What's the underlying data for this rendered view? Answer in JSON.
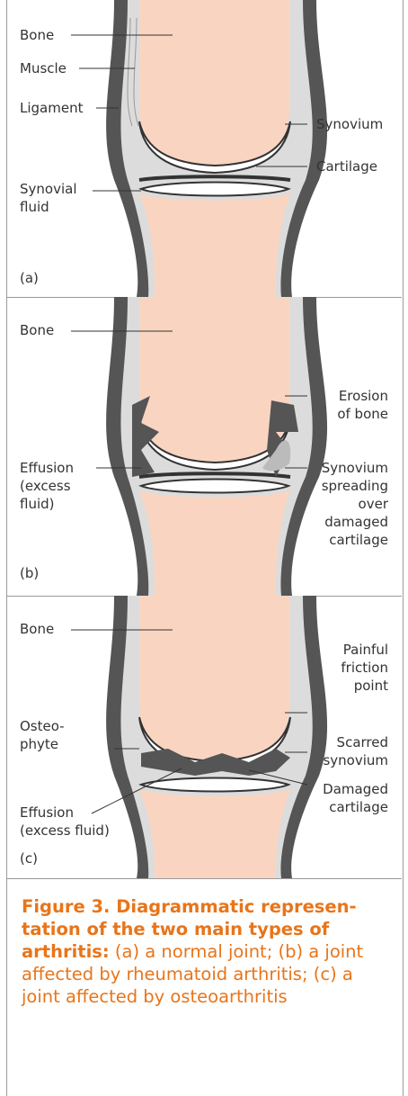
{
  "panels": [
    {
      "id": "a",
      "letter": "(a)",
      "labels": {
        "bone": "Bone",
        "muscle": "Muscle",
        "ligament": "Ligament",
        "synovium": "Synovium",
        "cartilage": "Cartilage",
        "synovial_fluid_1": "Synovial",
        "synovial_fluid_2": "fluid"
      }
    },
    {
      "id": "b",
      "letter": "(b)",
      "labels": {
        "bone": "Bone",
        "erosion_1": "Erosion",
        "erosion_2": "of bone",
        "effusion_1": "Effusion",
        "effusion_2": "(excess",
        "effusion_3": "fluid)",
        "synovium_1": "Synovium",
        "synovium_2": "spreading",
        "synovium_3": "over",
        "synovium_4": "damaged",
        "synovium_5": "cartilage"
      }
    },
    {
      "id": "c",
      "letter": "(c)",
      "labels": {
        "bone": "Bone",
        "painful_1": "Painful",
        "painful_2": "friction",
        "painful_3": "point",
        "osteo_1": "Osteo-",
        "osteo_2": "phyte",
        "scarred_1": "Scarred",
        "scarred_2": "synovium",
        "damaged_1": "Damaged",
        "damaged_2": "cartilage",
        "effusion_1": "Effusion",
        "effusion_2": "(excess fluid)"
      }
    }
  ],
  "caption": {
    "bold": "Figure 3. Diagrammatic represen-tation of the two main types of arthritis:",
    "text": " (a) a normal joint; (b) a joint affected by rheumatoid arthritis; (c) a joint affected by osteoarthritis"
  },
  "colors": {
    "bone": "#f9d5c1",
    "capsule": "#555555",
    "synovium": "#dcdcdc",
    "cartilage": "#ffffff",
    "damage": "#555555",
    "caption": "#e8751a"
  }
}
